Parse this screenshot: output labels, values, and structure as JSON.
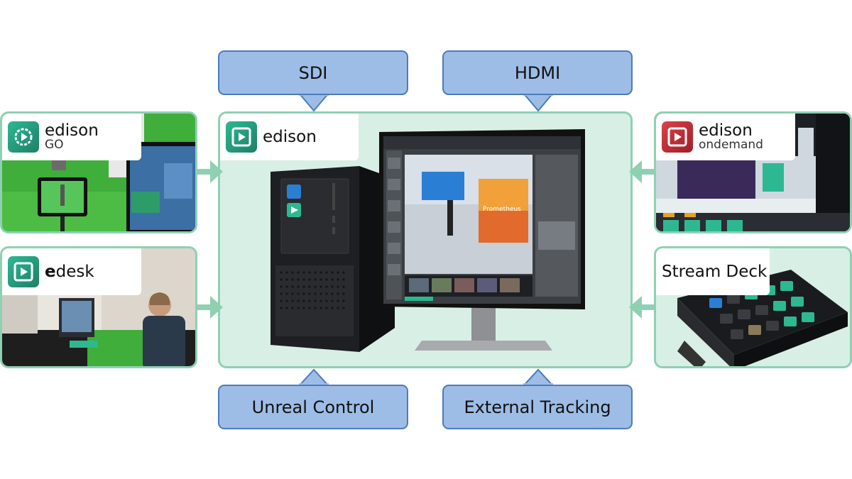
{
  "tags": {
    "sdi": "SDI",
    "hdmi": "HDMI",
    "unreal_control": "Unreal Control",
    "external_tracking": "External Tracking"
  },
  "center": {
    "brand": "edison",
    "logo_icon": "play-icon"
  },
  "panels": {
    "edison_go": {
      "brand": "edison",
      "sub": "GO",
      "logo_icon": "gear-play-icon"
    },
    "edesk": {
      "brand_prefix": "e",
      "brand_rest": "desk",
      "logo_icon": "play-icon"
    },
    "edison_ondemand": {
      "brand": "edison",
      "sub": "ondemand",
      "logo_icon": "play-icon"
    },
    "stream_deck": {
      "title": "Stream Deck"
    }
  },
  "monitor_screen": {
    "brand_on_screen": "Prometheus"
  },
  "colors": {
    "panel_border": "#8fd0b3",
    "panel_fill": "#d8efe6",
    "tag_fill": "#9dbde6",
    "tag_border": "#4a7bbd",
    "logo_green": "#2db892",
    "logo_red": "#d8434b"
  }
}
